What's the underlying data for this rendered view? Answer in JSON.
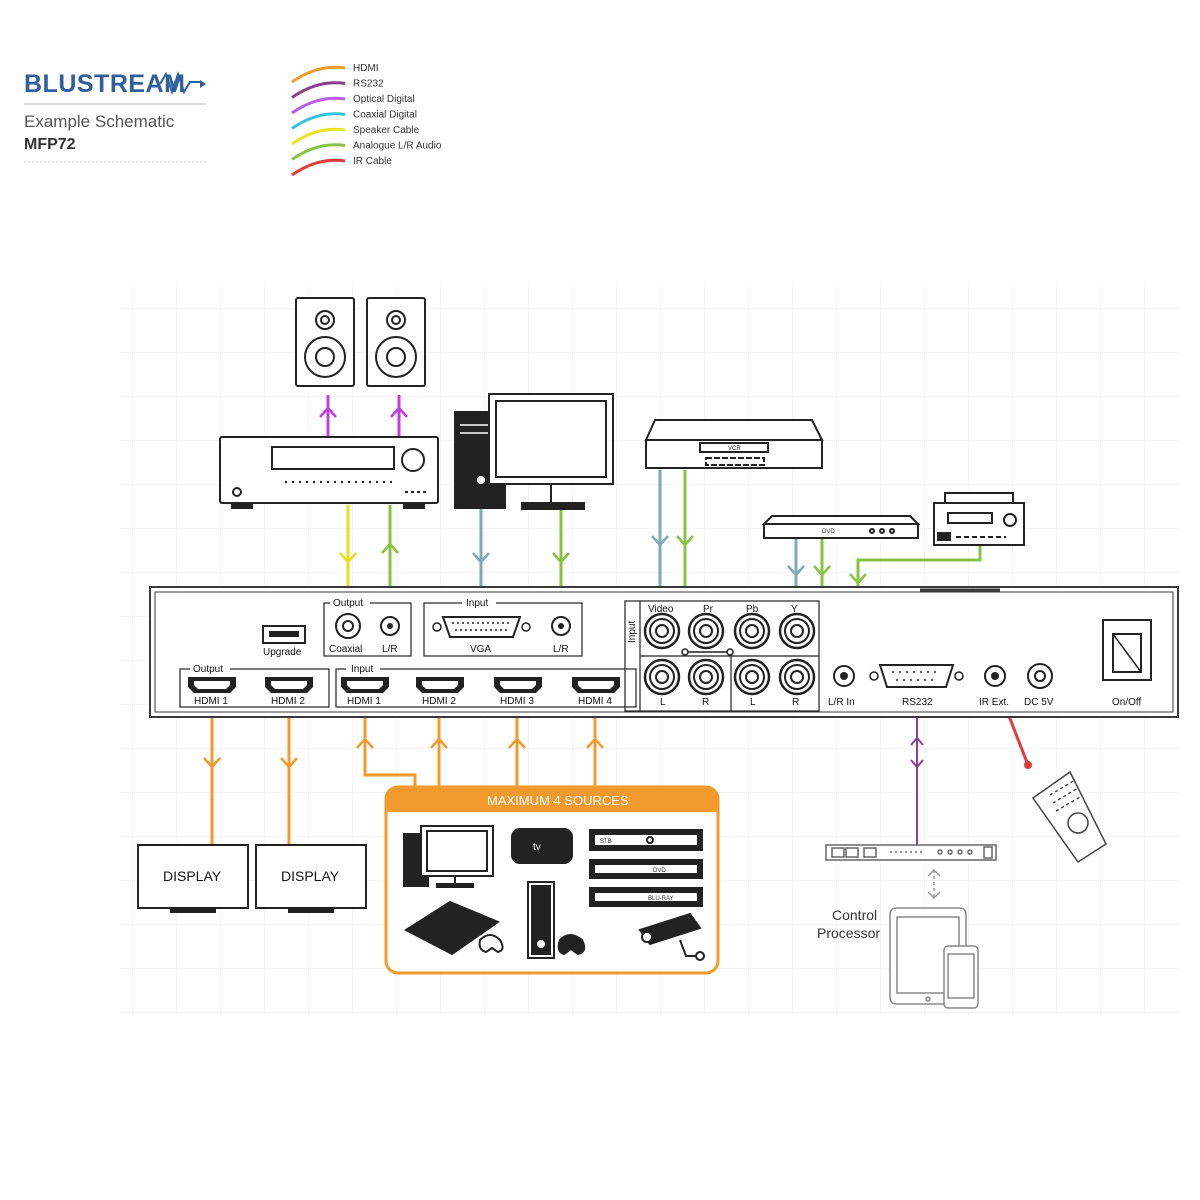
{
  "header": {
    "brand": "BLUSTREAM",
    "subtitle": "Example Schematic",
    "model": "MFP72"
  },
  "legend": [
    {
      "label": "HDMI",
      "color": "#f39a2e"
    },
    {
      "label": "RS232",
      "color": "#8a3f8f"
    },
    {
      "label": "Optical Digital",
      "color": "#b95ce6"
    },
    {
      "label": "Coaxial Digital",
      "color": "#35c3e0"
    },
    {
      "label": "Speaker Cable",
      "color": "#e6e620"
    },
    {
      "label": "Analogue L/R Audio",
      "color": "#86c441"
    },
    {
      "label": "IR Cable",
      "color": "#e23b3b"
    }
  ],
  "colors": {
    "hdmi": "#f39a2e",
    "rs232": "#8a3f8f",
    "speaker": "#c43ddf",
    "coaxial": "#e8de1a",
    "analogue": "#86c441",
    "vga": "#7ea9b8",
    "ir": "#e23b3b",
    "panel": "#3a3a3a"
  },
  "panel": {
    "output_top": "Output",
    "coaxial": "Coaxial",
    "lr": "L/R",
    "input_top": "Input",
    "vga": "VGA",
    "vga_lr": "L/R",
    "upgrade": "Upgrade",
    "output_hdmi": "Output",
    "hdmi_out_1": "HDMI 1",
    "hdmi_out_2": "HDMI 2",
    "input_hdmi": "Input",
    "hdmi_in_1": "HDMI 1",
    "hdmi_in_2": "HDMI 2",
    "hdmi_in_3": "HDMI 3",
    "hdmi_in_4": "HDMI 4",
    "comp_input": "Input",
    "video": "Video",
    "pr": "Pr",
    "pb": "Pb",
    "y": "Y",
    "l1": "L",
    "r1": "R",
    "l2": "L",
    "r2": "R",
    "lr_in": "L/R In",
    "rs232": "RS232",
    "ir_ext": "IR Ext.",
    "dc5v": "DC 5V",
    "onoff": "On/Off"
  },
  "displays": [
    "DISPLAY",
    "DISPLAY"
  ],
  "sources_title": "MAXIMUM 4 SOURCES",
  "control_processor": [
    "Control",
    "Processor"
  ],
  "device_labels": {
    "stb": "STB",
    "dvd": "DVD",
    "bluray": "BLU-RAY",
    "appletv": "tv",
    "vcr": "VCR"
  }
}
